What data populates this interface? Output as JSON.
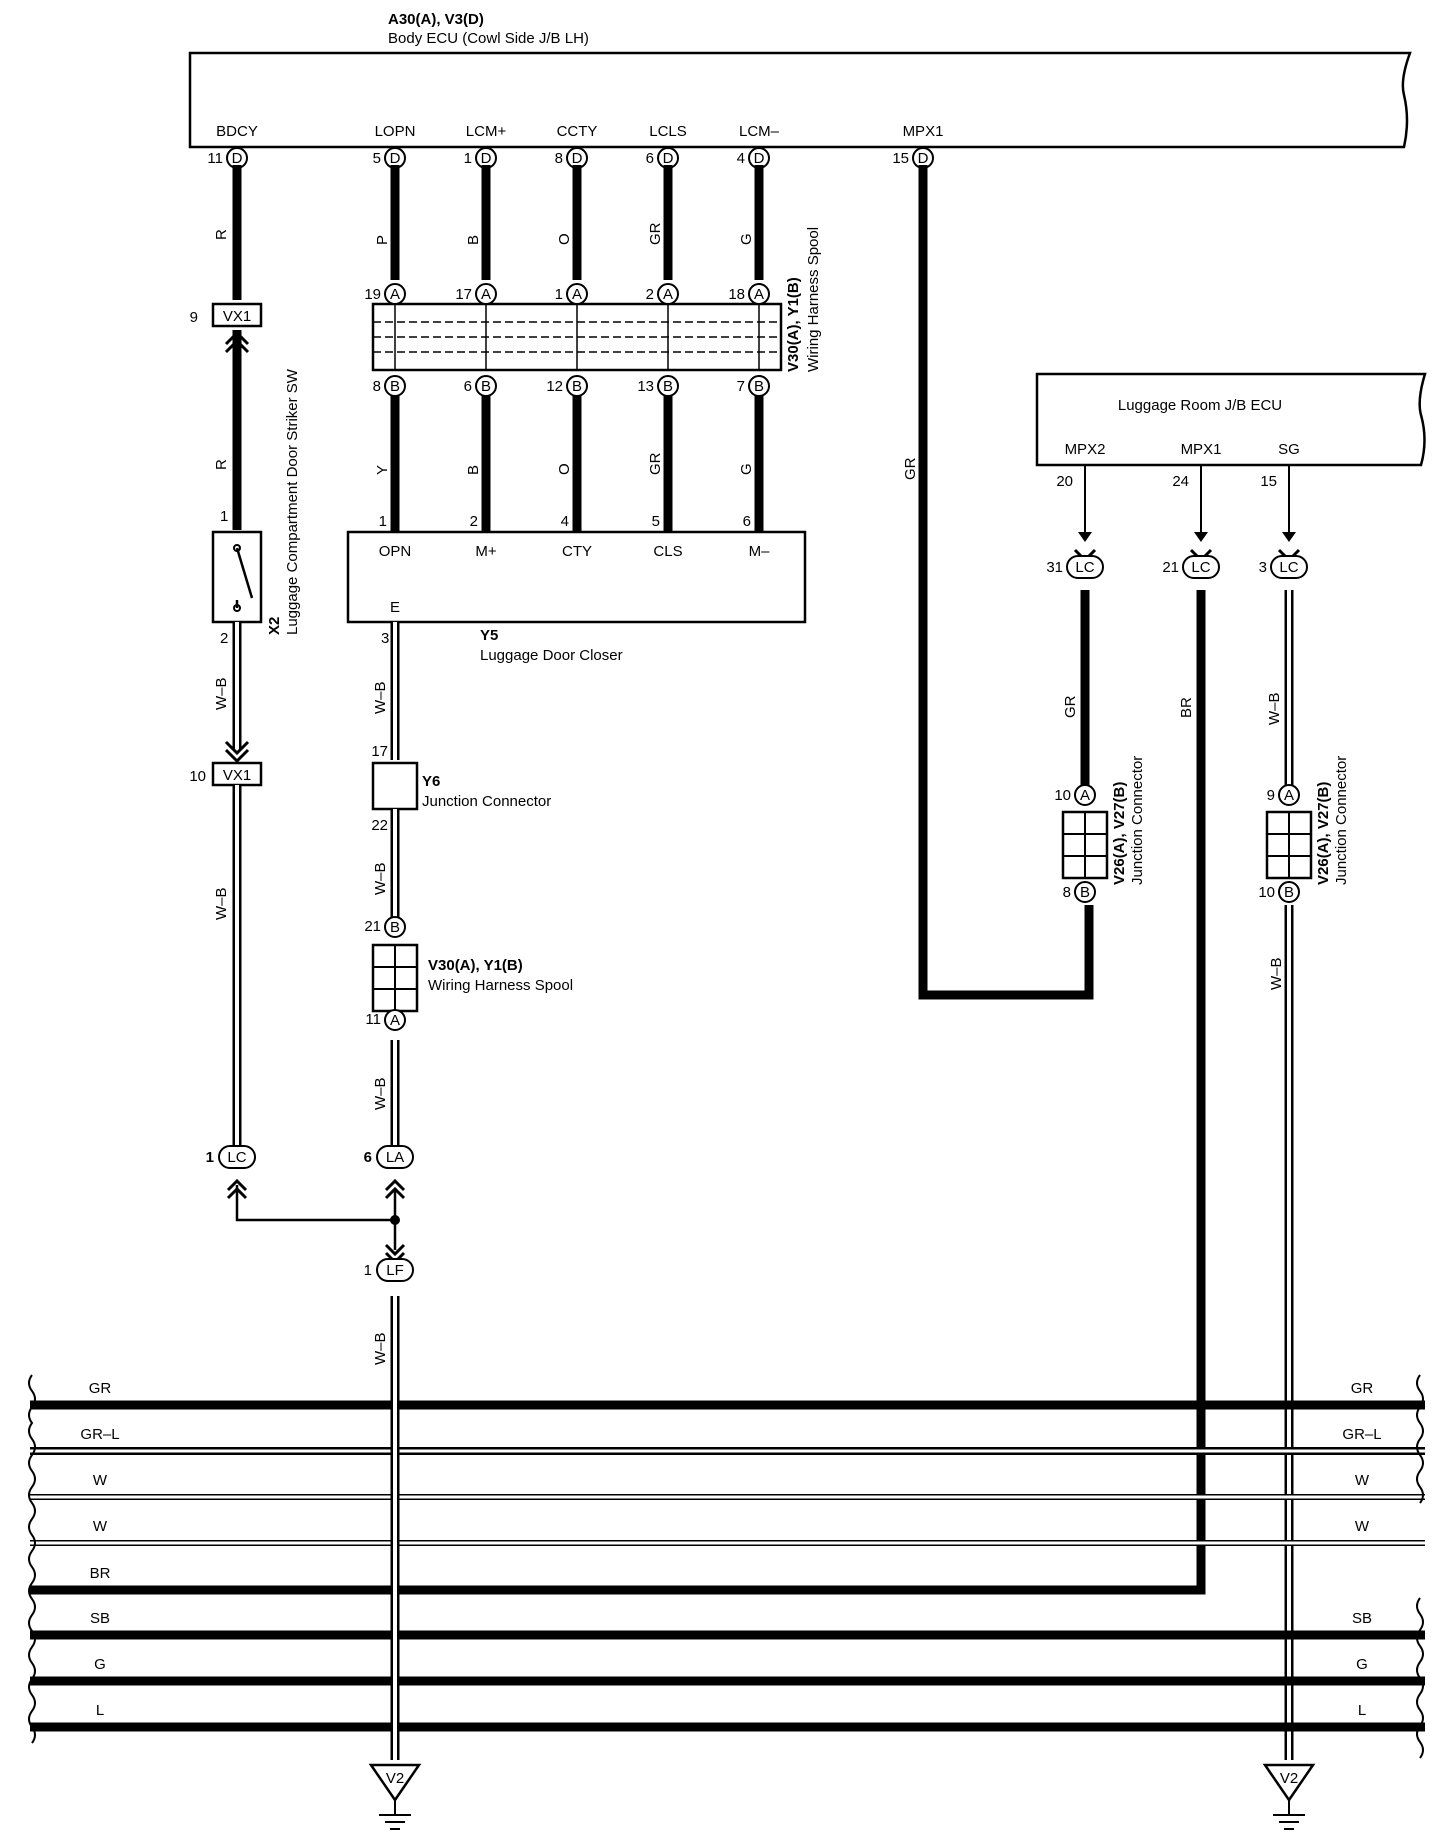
{
  "body_ecu": {
    "ref": "A30(A), V3(D)",
    "name": "Body ECU (Cowl Side J/B LH)",
    "terminals": [
      {
        "label": "BDCY",
        "pin": "11",
        "conn": "D",
        "wire": "R"
      },
      {
        "label": "LOPN",
        "pin": "5",
        "conn": "D",
        "wire": "P"
      },
      {
        "label": "LCM+",
        "pin": "1",
        "conn": "D",
        "wire": "B"
      },
      {
        "label": "CCTY",
        "pin": "8",
        "conn": "D",
        "wire": "O"
      },
      {
        "label": "LCLS",
        "pin": "6",
        "conn": "D",
        "wire": "GR"
      },
      {
        "label": "LCM–",
        "pin": "4",
        "conn": "D",
        "wire": "G"
      },
      {
        "label": "MPX1",
        "pin": "15",
        "conn": "D",
        "wire": "GR"
      }
    ]
  },
  "spool_top": {
    "ref": "V30(A), Y1(B)",
    "name": "Wiring Harness Spool",
    "pins_a": [
      "19",
      "17",
      "1",
      "2",
      "18"
    ],
    "conn_a": "A",
    "pins_b": [
      "8",
      "6",
      "12",
      "13",
      "7"
    ],
    "conn_b": "B",
    "lower_wires": [
      "Y",
      "B",
      "O",
      "GR",
      "G"
    ]
  },
  "vx1_top": {
    "pin": "9",
    "label": "VX1"
  },
  "vx1_bottom": {
    "pin": "10",
    "label": "VX1"
  },
  "striker_sw": {
    "ref": "X2",
    "name": "Luggage Compartment Door Striker SW",
    "pin1": "1",
    "pin2": "2",
    "wire_top": "R",
    "wire_mid": "W–B",
    "wire_low": "W–B"
  },
  "door_closer": {
    "ref": "Y5",
    "name": "Luggage Door Closer",
    "terminals": [
      {
        "pin": "1",
        "label": "OPN"
      },
      {
        "pin": "2",
        "label": "M+"
      },
      {
        "pin": "4",
        "label": "CTY"
      },
      {
        "pin": "5",
        "label": "CLS"
      },
      {
        "pin": "6",
        "label": "M–"
      }
    ],
    "ground_label": "E",
    "ground_pin": "3",
    "ground_wire": "W–B"
  },
  "junction_y6": {
    "ref": "Y6",
    "name": "Junction Connector",
    "pin_top": "17",
    "pin_bottom": "22",
    "wire_below": "W–B"
  },
  "spool_low": {
    "ref": "V30(A), Y1(B)",
    "name": "Wiring Harness Spool",
    "pin_top": "21",
    "conn_top": "B",
    "pin_bottom": "11",
    "conn_bottom": "A",
    "wire_below": "W–B"
  },
  "joints": {
    "lc1": {
      "pin": "1",
      "label": "LC"
    },
    "la6": {
      "pin": "6",
      "label": "LA"
    },
    "lf1": {
      "pin": "1",
      "label": "LF"
    },
    "lf_wire": "W–B"
  },
  "luggage_ecu": {
    "name": "Luggage Room J/B ECU",
    "terminals": [
      {
        "label": "MPX2",
        "pin": "20",
        "lc_pin": "31",
        "lc": "LC",
        "wire": "GR"
      },
      {
        "label": "MPX1",
        "pin": "24",
        "lc_pin": "21",
        "lc": "LC",
        "wire": "BR"
      },
      {
        "label": "SG",
        "pin": "15",
        "lc_pin": "3",
        "lc": "LC",
        "wire": "W–B"
      }
    ]
  },
  "junction_v26_left": {
    "ref": "V26(A), V27(B)",
    "name": "Junction Connector",
    "pin_a": "10",
    "conn_a": "A",
    "pin_b": "8",
    "conn_b": "B"
  },
  "junction_v26_right": {
    "ref": "V26(A), V27(B)",
    "name": "Junction Connector",
    "pin_a": "9",
    "conn_a": "A",
    "pin_b": "10",
    "conn_b": "B",
    "wire_below": "W–B"
  },
  "mpx1_wire": "GR",
  "bus_lines": {
    "left": [
      "GR",
      "GR–L",
      "W",
      "W",
      "BR",
      "SB",
      "G",
      "L"
    ],
    "right": [
      "GR",
      "GR–L",
      "W",
      "W",
      "",
      "SB",
      "G",
      "L"
    ]
  },
  "grounds": [
    "V2",
    "V2"
  ]
}
